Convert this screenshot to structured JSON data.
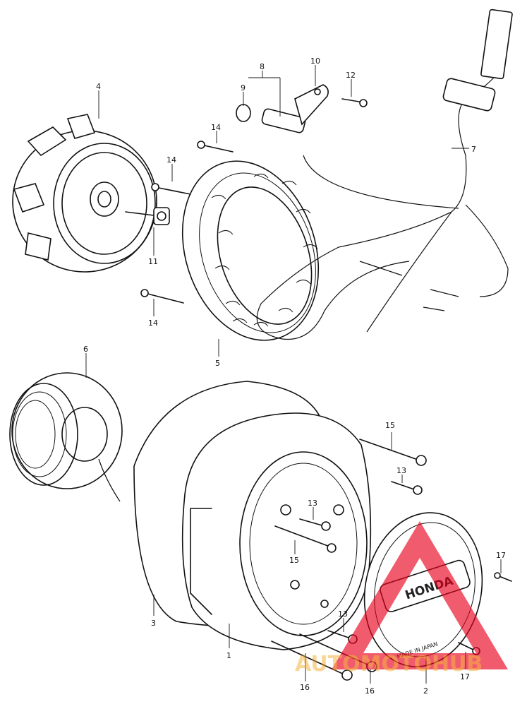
{
  "callouts": {
    "c1": "1",
    "c2": "2",
    "c3": "3",
    "c4": "4",
    "c5": "5",
    "c6": "6",
    "c7": "7",
    "c8": "8",
    "c9": "9",
    "c10": "10",
    "c11": "11",
    "c12": "12",
    "c13a": "13",
    "c13b": "13",
    "c13c": "13",
    "c14a": "14",
    "c14b": "14",
    "c14c": "14",
    "c15a": "15",
    "c15b": "15",
    "c16a": "16",
    "c16b": "16",
    "c17a": "17",
    "c17b": "17"
  },
  "cover_text": {
    "brand": "HONDA",
    "origin": "MADE IN JAPAN"
  },
  "watermark": {
    "text": "AUTOMOTOHUB",
    "colors": {
      "triangle": "#e8001c",
      "text_orange": "#f5a623",
      "text_dark": "#3a3a3a"
    }
  }
}
